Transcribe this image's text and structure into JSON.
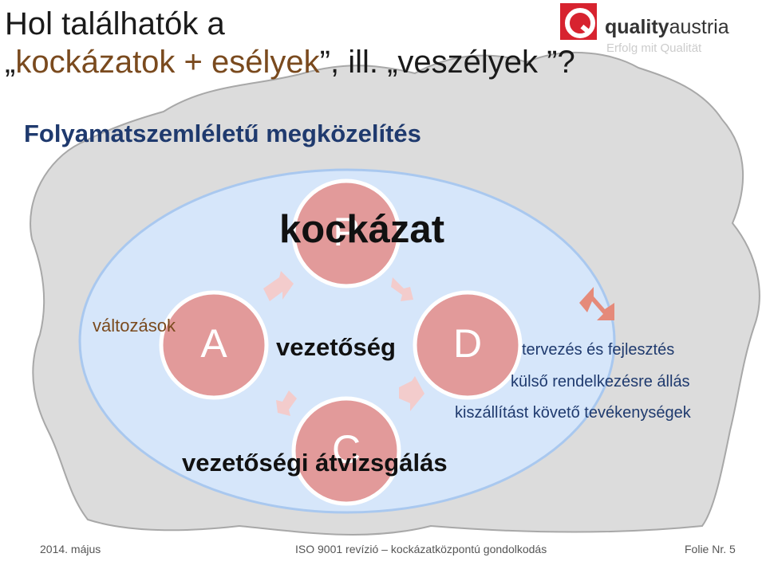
{
  "title": {
    "line1": "Hol találhatók a",
    "line2_open": "„",
    "line2_risks": "kockázatok + esélyek",
    "line2_mid": "”, ill. „veszélyek ”?"
  },
  "subtitle": "Folyamatszemléletű megközelítés",
  "logo": {
    "brand_prefix": "quality",
    "brand_suffix": "austria",
    "tagline": "Erfolg mit Qualität",
    "mark": "Q",
    "colors": {
      "red": "#d7232f",
      "dark": "#333333"
    }
  },
  "diagram": {
    "center_label": "vezetőség",
    "top_label": "kockázat",
    "bottom_label": "vezetőségi átvizsgálás",
    "left_label": "változások",
    "right_labels": [
      "tervezés és fejlesztés",
      "külső rendelkezésre állás",
      "kiszállítást követő tevékenységek"
    ],
    "letters": {
      "plan": "P",
      "do": "D",
      "check": "C",
      "act": "A"
    },
    "colors": {
      "circle": "#e29a9a",
      "ellipse_fill": "#d6e6fa",
      "ellipse_stroke": "#a9c8ef",
      "blob": "#dcdcdc",
      "arrow": "#f3cccc",
      "double_arrow": "#e58a7a",
      "side_text": "#7a4a1e",
      "right_text": "#1f3a6e"
    }
  },
  "footer": {
    "date": "2014. május",
    "center": "ISO 9001 revízió – kockázatközpontú gondolkodás",
    "slide": "Folie Nr. 5"
  }
}
